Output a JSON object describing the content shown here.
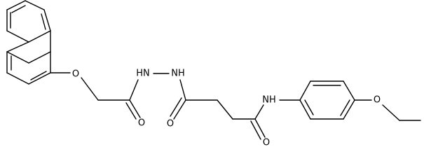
{
  "molecule": {
    "atoms": {
      "ether_o_left": "O",
      "hydrazide_nh_1": "HN",
      "hydrazide_nh_2": "NH",
      "carbonyl_o_1": "O",
      "carbonyl_o_2": "O",
      "amide_nh": "NH",
      "carbonyl_o_3": "O",
      "ether_o_right": "O"
    },
    "colors": {
      "bond": "#000000",
      "label": "#000000",
      "background": "#ffffff"
    }
  }
}
